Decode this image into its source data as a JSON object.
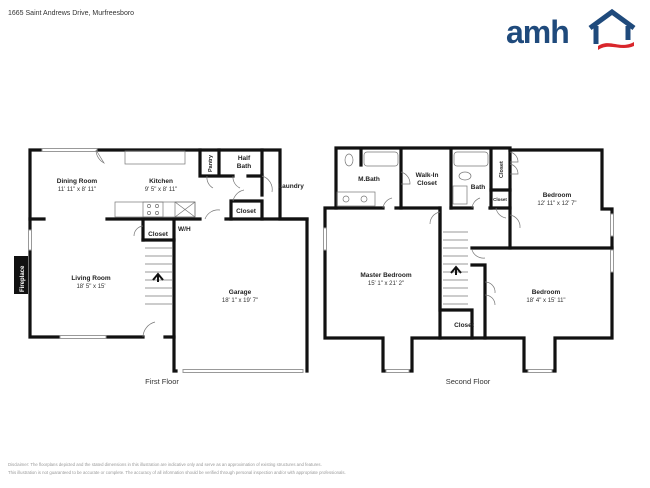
{
  "header": {
    "address": "1665 Saint Andrews Drive, Murfreesboro"
  },
  "brand": {
    "logo_text": "amh",
    "logo_icon": "house-roof-icon",
    "colors": {
      "navy": "#1f4a7c",
      "red": "#d9262b"
    }
  },
  "first_floor": {
    "label": "First Floor",
    "rooms": [
      {
        "name": "Dining Room",
        "dims": "11' 11\" x 8' 11\""
      },
      {
        "name": "Kitchen",
        "dims": "9' 5\" x 8' 11\""
      },
      {
        "name": "Pantry"
      },
      {
        "name": "Half Bath",
        "line1": "Half",
        "line2": "Bath"
      },
      {
        "name": "Laundry"
      },
      {
        "name": "Closet"
      },
      {
        "name": "Closet"
      },
      {
        "name": "W/H"
      },
      {
        "name": "Living Room",
        "dims": "18' 5\" x 15'"
      },
      {
        "name": "Garage",
        "dims": "18' 1\" x 19' 7\""
      },
      {
        "name": "Fireplace"
      }
    ]
  },
  "second_floor": {
    "label": "Second Floor",
    "rooms": [
      {
        "name": "M.Bath"
      },
      {
        "name": "Walk-In Closet",
        "line1": "Walk-In",
        "line2": "Closet"
      },
      {
        "name": "Bath"
      },
      {
        "name": "Closet"
      },
      {
        "name": "Closet"
      },
      {
        "name": "Bedroom",
        "dims": "12' 11\" x 12' 7\""
      },
      {
        "name": "Master Bedroom",
        "dims": "15' 1\" x 21' 2\""
      },
      {
        "name": "Bedroom",
        "dims": "18' 4\" x 15' 11\""
      },
      {
        "name": "Closet"
      }
    ]
  },
  "disclaimer": {
    "line1": "Disclaimer: The floorplans depicted and the stated dimensions in this illustration are indicative only and serve as an approximation of existing structures and features.",
    "line2": "This illustration is not guaranteed to be accurate or complete. The accuracy of all information should be verified through personal inspection and/or with appropriate professionals."
  }
}
